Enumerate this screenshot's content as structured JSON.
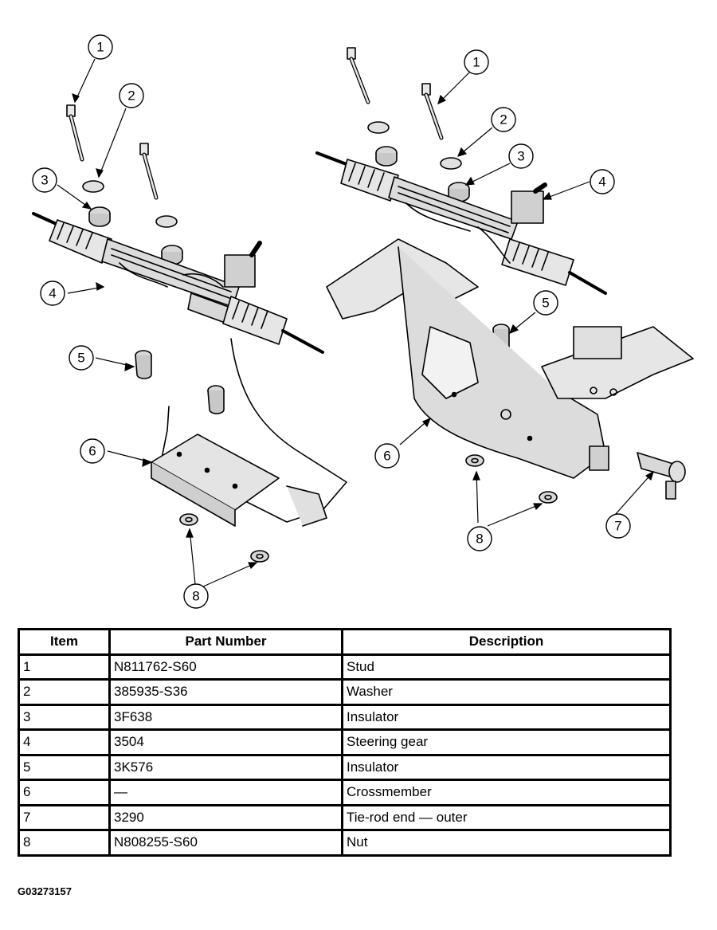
{
  "callouts": {
    "left": [
      "1",
      "2",
      "3",
      "4",
      "5",
      "6",
      "8"
    ],
    "right": [
      "1",
      "2",
      "3",
      "4",
      "5",
      "6",
      "7",
      "8"
    ]
  },
  "table": {
    "headers": [
      "Item",
      "Part Number",
      "Description"
    ],
    "rows": [
      [
        "1",
        "N811762-S60",
        "Stud"
      ],
      [
        "2",
        "385935-S36",
        "Washer"
      ],
      [
        "3",
        "3F638",
        "Insulator"
      ],
      [
        "4",
        "3504",
        "Steering gear"
      ],
      [
        "5",
        "3K576",
        "Insulator"
      ],
      [
        "6",
        "—",
        "Crossmember"
      ],
      [
        "7",
        "3290",
        "Tie-rod end — outer"
      ],
      [
        "8",
        "N808255-S60",
        "Nut"
      ]
    ]
  },
  "figure_id": "G03273157",
  "icons": [
    "stud-icon",
    "washer-icon",
    "insulator-icon",
    "steering-gear-icon",
    "crossmember-icon",
    "tie-rod-end-icon",
    "nut-icon"
  ]
}
